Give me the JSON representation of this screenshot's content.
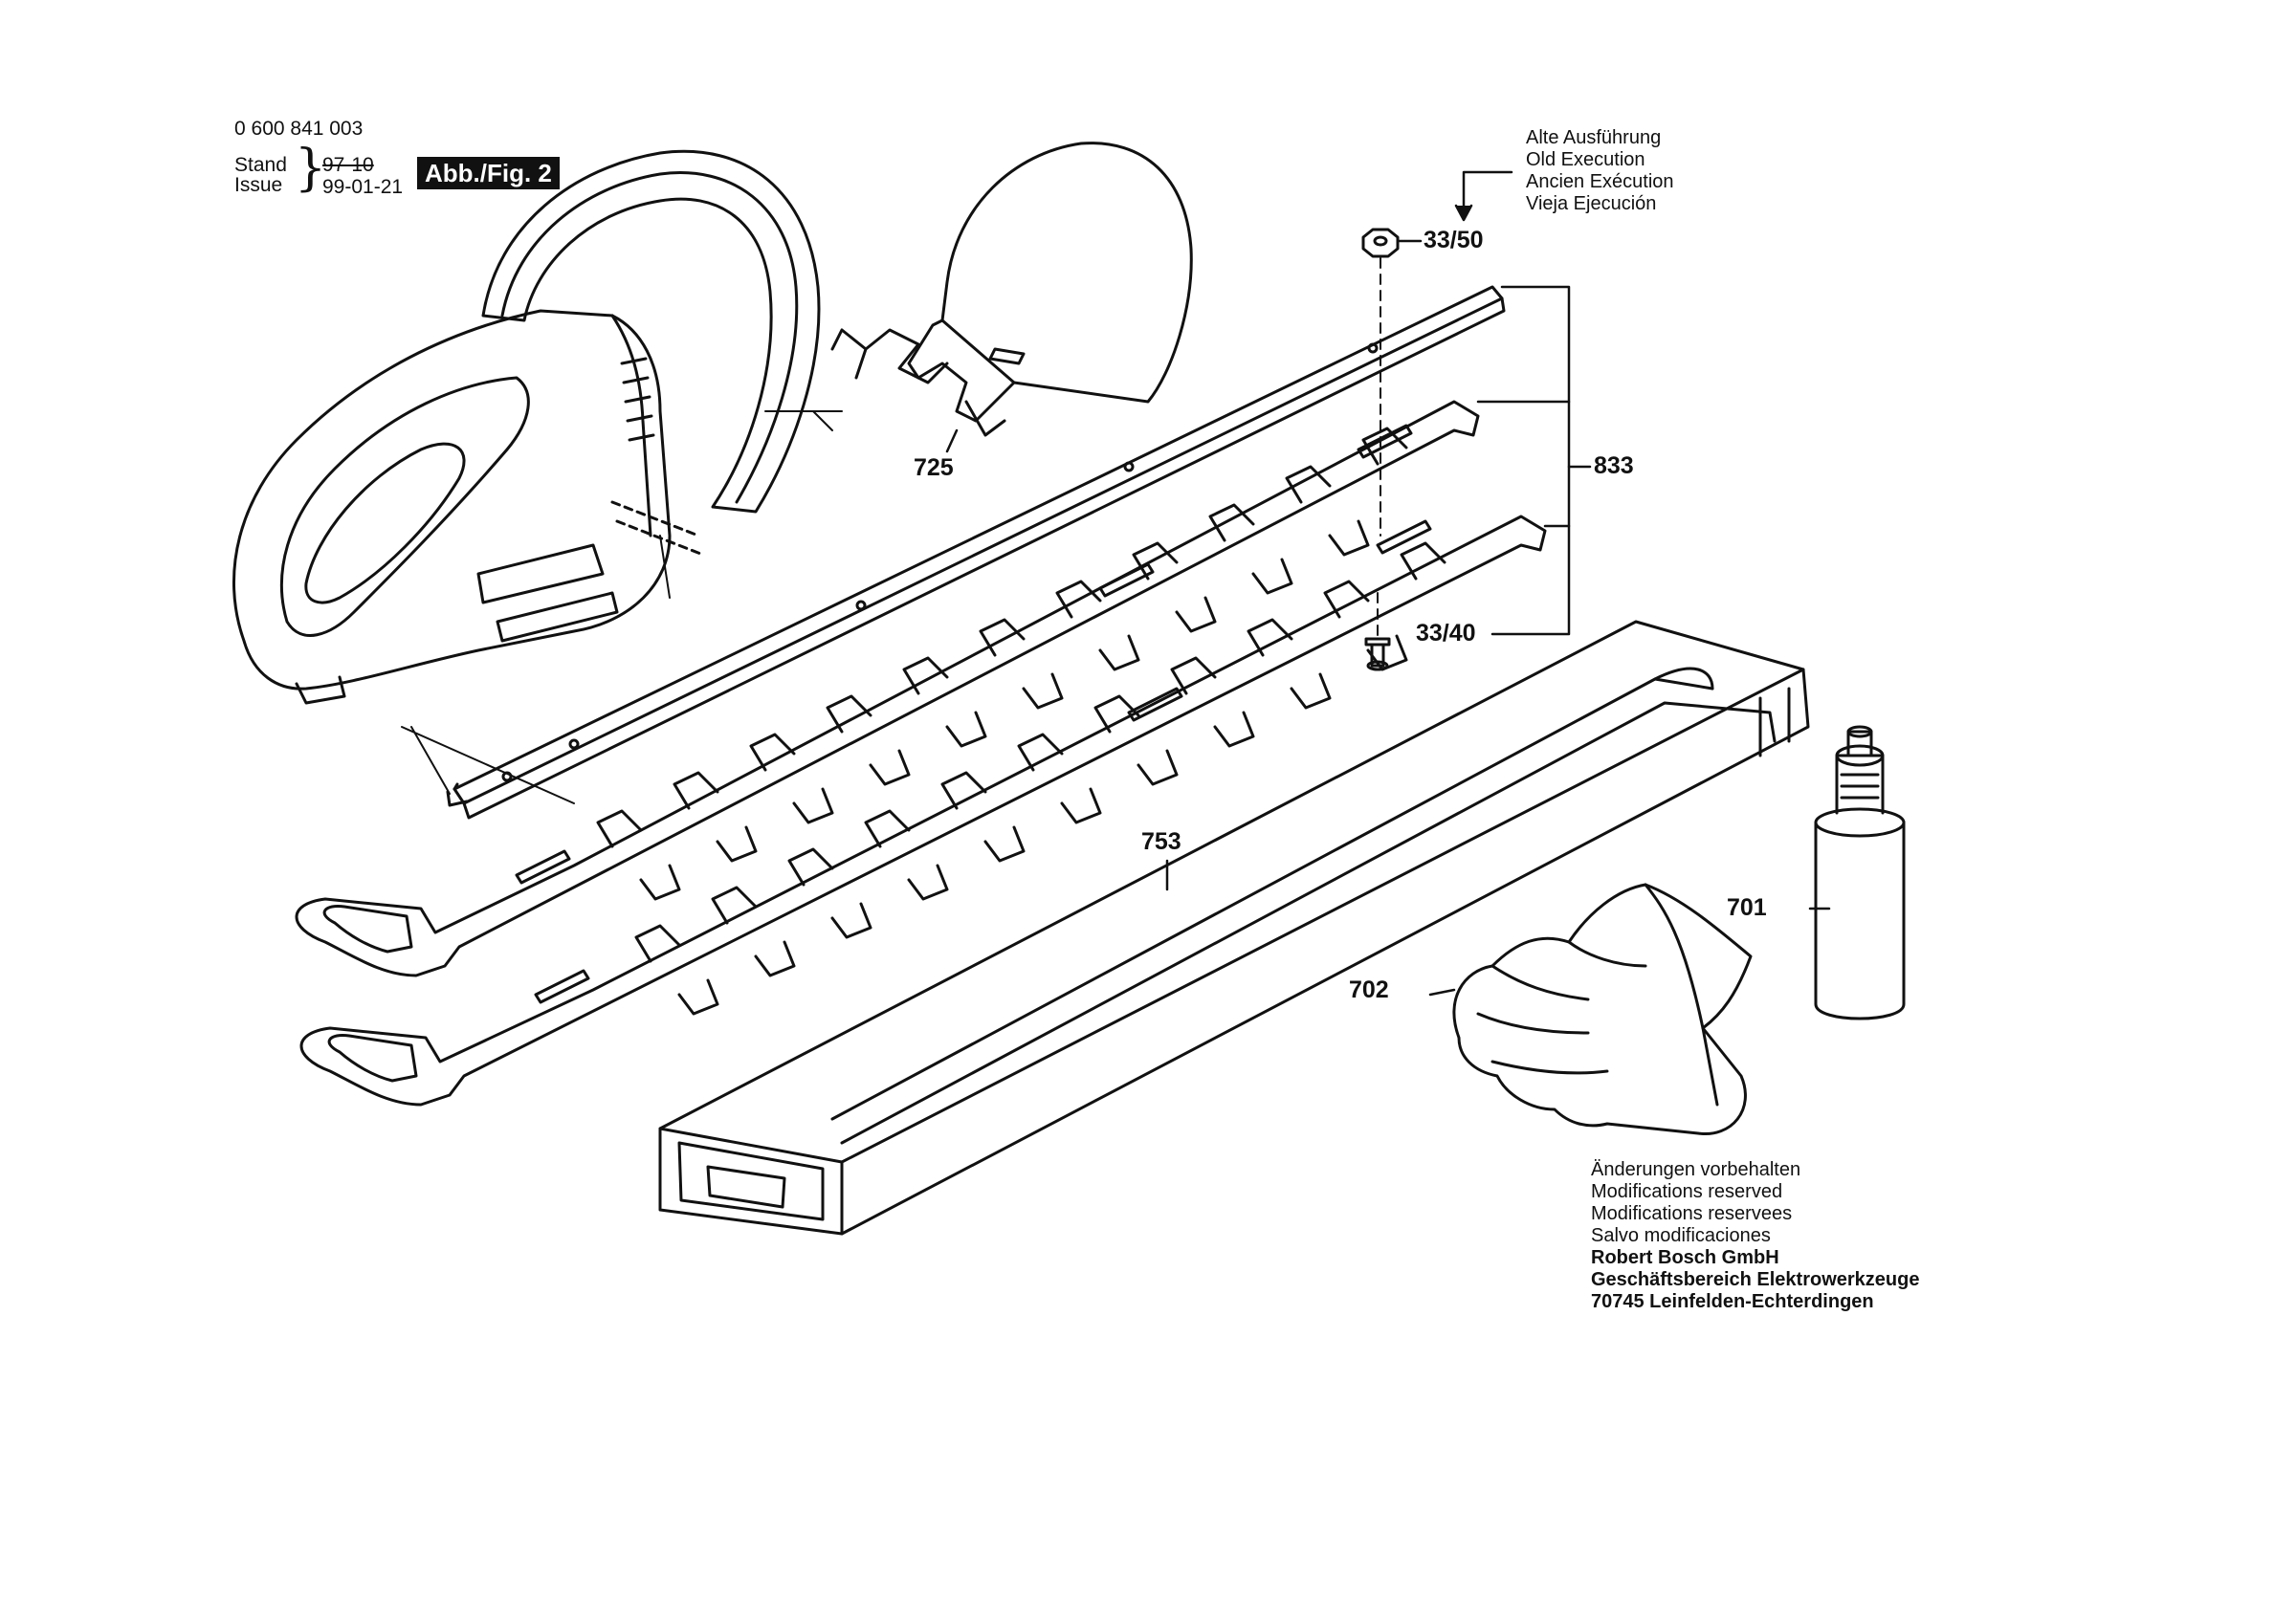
{
  "header": {
    "doc_number": "0 600 841 003",
    "stand_label": "Stand",
    "issue_label": "Issue",
    "old_date": "97-10",
    "issue_date": "99-01-21",
    "figure_label": "Abb./Fig. 2"
  },
  "old_execution_note": {
    "lines": [
      "Alte Ausführung",
      "Old Execution",
      "Ancien Exécution",
      "Vieja Ejecución"
    ]
  },
  "parts": {
    "p3350": "33/50",
    "p833": "833",
    "p3340": "33/40",
    "p725": "725",
    "p753": "753",
    "p701": "701",
    "p702": "702"
  },
  "footer": {
    "modifications": [
      "Änderungen vorbehalten",
      "Modifications reserved",
      "Modifications reservees",
      "Salvo modificaciones"
    ],
    "company": [
      "Robert Bosch GmbH",
      "Geschäftsbereich Elektrowerkzeuge",
      "70745 Leinfelden-Echterdingen"
    ]
  },
  "colors": {
    "ink": "#111111",
    "paper": "#ffffff"
  }
}
